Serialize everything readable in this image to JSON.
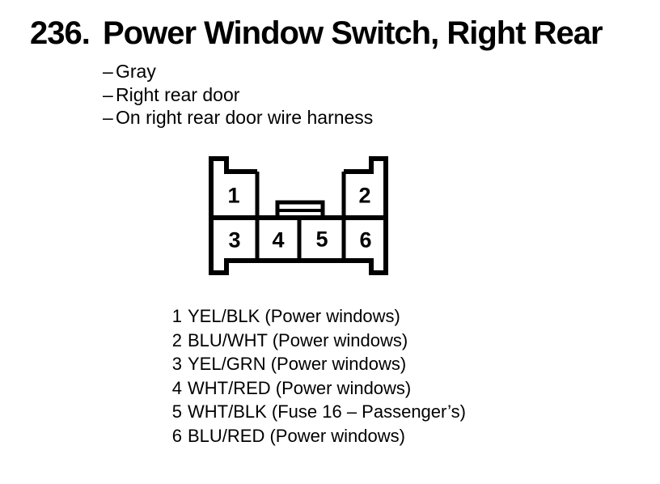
{
  "page": {
    "paper_color": "#ffffff",
    "ink_color": "#000000"
  },
  "header": {
    "item_number": "236.",
    "title": "Power Window Switch, Right Rear"
  },
  "notes": {
    "bullet": "–",
    "items": [
      "Gray",
      "Right rear door",
      "On right rear door wire harness"
    ]
  },
  "connector": {
    "cavity_labels": [
      "1",
      "2",
      "3",
      "4",
      "5",
      "6"
    ]
  },
  "pin_list": {
    "rows": [
      {
        "pin": "1",
        "label": "YEL/BLK (Power windows)"
      },
      {
        "pin": "2",
        "label": "BLU/WHT (Power windows)"
      },
      {
        "pin": "3",
        "label": "YEL/GRN (Power windows)"
      },
      {
        "pin": "4",
        "label": "WHT/RED (Power windows)"
      },
      {
        "pin": "5",
        "label": "WHT/BLK (Fuse 16 – Passenger’s)"
      },
      {
        "pin": "6",
        "label": "BLU/RED (Power windows)"
      }
    ]
  }
}
